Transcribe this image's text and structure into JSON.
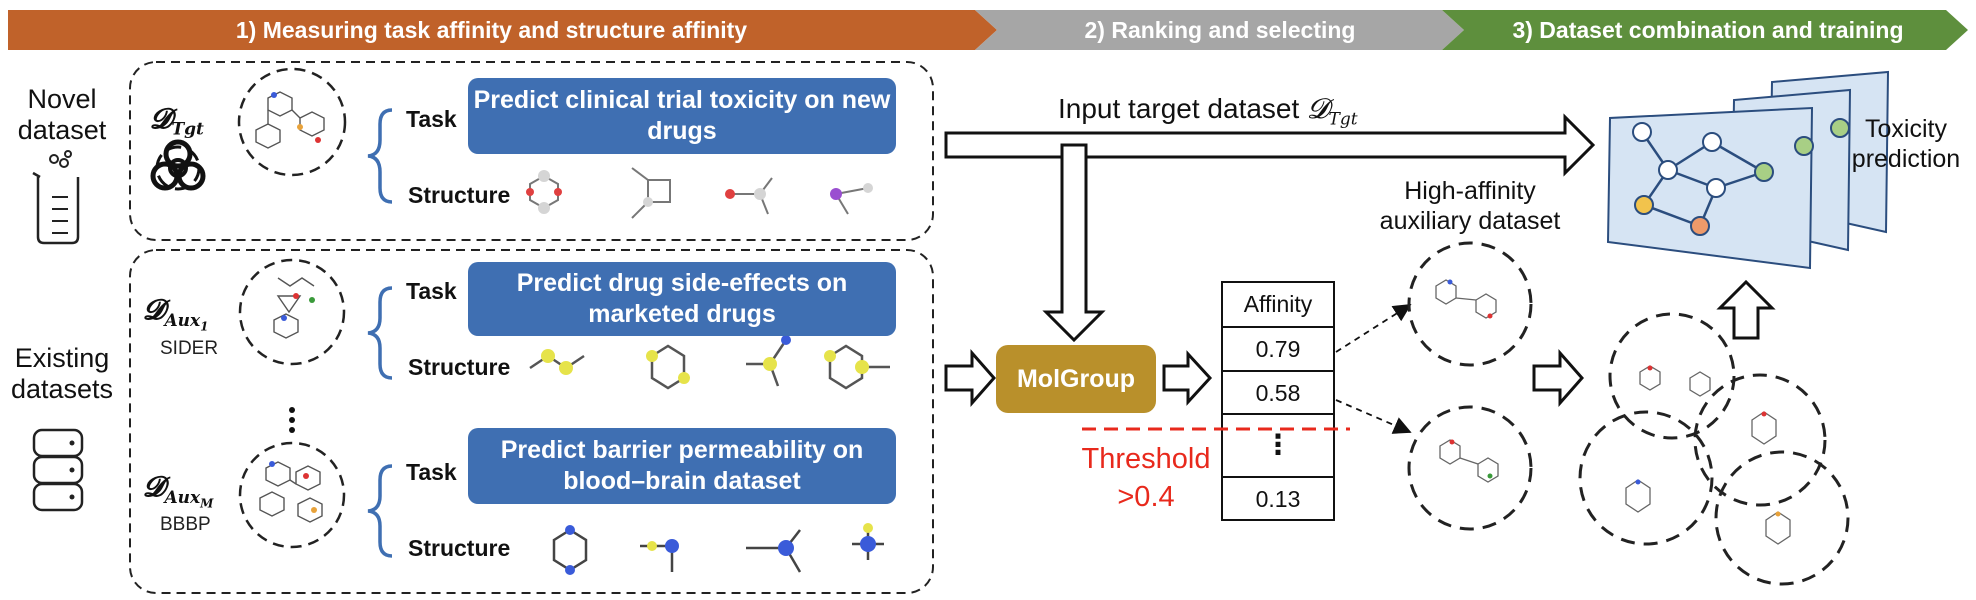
{
  "header": {
    "step1": "1) Measuring task affinity and structure affinity",
    "step2": "2) Ranking and selecting",
    "step3": "3) Dataset combination and training"
  },
  "colors": {
    "step1": "#c0622a",
    "step2": "#a6a6a6",
    "step3": "#5e8f3d",
    "task_box": "#3f6fb2",
    "molgroup": "#b9902b",
    "threshold": "#e8291c"
  },
  "left_labels": {
    "novel_line1": "Novel",
    "novel_line2": "dataset",
    "existing_line1": "Existing",
    "existing_line2": "datasets"
  },
  "datasets": {
    "target": {
      "symbol": "𝓓",
      "sub": "Tgt"
    },
    "aux1": {
      "symbol": "𝓓",
      "sub": "Aux",
      "subsub": "1",
      "name": "SIDER"
    },
    "auxM": {
      "symbol": "𝓓",
      "sub": "Aux",
      "subsub": "M",
      "name": "BBBP"
    },
    "ellipsis": "⋮"
  },
  "rows": {
    "task_label": "Task",
    "structure_label": "Structure",
    "target_task": "Predict clinical trial toxicity on new drugs",
    "aux1_task": "Predict drug side-effects on marketed drugs",
    "auxM_task": "Predict barrier permeability on blood–brain dataset"
  },
  "flow": {
    "input_target_prefix": "Input target dataset ",
    "input_target_symbol": "𝓓",
    "input_target_sub": "Tgt",
    "molgroup": "MolGroup",
    "high_affinity_line1": "High-affinity",
    "high_affinity_line2": "auxiliary dataset",
    "toxicity_line1": "Toxicity",
    "toxicity_line2": "prediction"
  },
  "affinity_table": {
    "header": "Affinity",
    "values": [
      "0.79",
      "0.58",
      "⋮",
      "0.13"
    ]
  },
  "threshold": {
    "line1": "Threshold",
    "line2": ">0.4"
  },
  "icons": [
    "biohazard-icon",
    "beaker-icon",
    "database-icon",
    "graph-network-icon"
  ]
}
